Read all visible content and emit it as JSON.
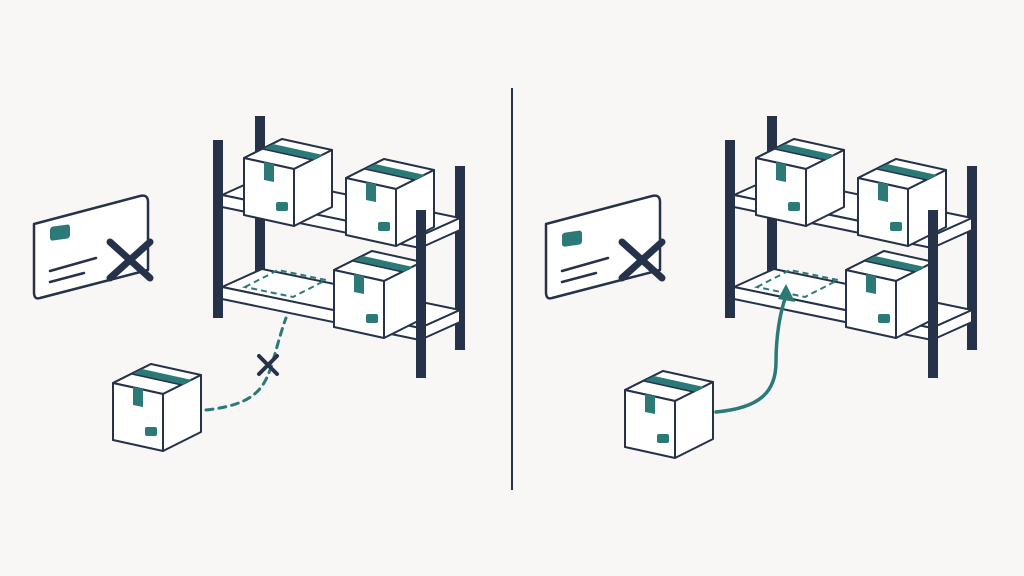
{
  "colors": {
    "background": "#f8f7f5",
    "navy": "#26324a",
    "teal": "#2b7a78",
    "box_fill": "#ffffff",
    "shelf_fill": "#ffffff",
    "card_fill": "#ffffff"
  },
  "panels": [
    {
      "id": "left",
      "outcome": "placement-fails",
      "card_status_icon": "x-mark-icon",
      "path_status_icon": "x-mark-icon",
      "path_style": "dashed"
    },
    {
      "id": "right",
      "outcome": "placement-succeeds",
      "card_status_icon": "x-mark-icon",
      "path_status_icon": "arrow-head-icon",
      "path_style": "solid"
    }
  ]
}
